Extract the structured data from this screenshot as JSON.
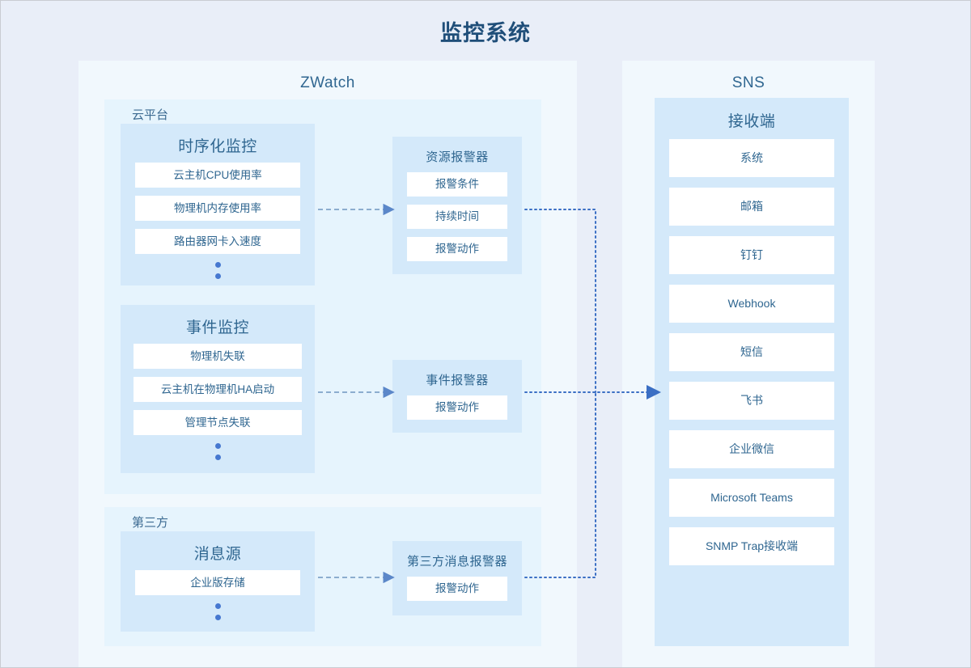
{
  "title": "监控系统",
  "colors": {
    "page_bg": "#e9eef8",
    "panel_bg": "#f1f8fd",
    "subpanel_bg": "#e6f4fd",
    "group_bg": "#d4e9fa",
    "item_bg": "#ffffff",
    "text": "#2f6690",
    "title_text": "#1f4e79",
    "connector": "#5b87c9",
    "dot": "#4678d0"
  },
  "zwatch": {
    "heading": "ZWatch",
    "cloud_platform": {
      "label": "云平台",
      "metric_monitor": {
        "title": "时序化监控",
        "items": [
          "云主机CPU使用率",
          "物理机内存使用率",
          "路由器网卡入速度"
        ],
        "has_ellipsis": true
      },
      "event_monitor": {
        "title": "事件监控",
        "items": [
          "物理机失联",
          "云主机在物理机HA启动",
          "管理节点失联"
        ],
        "has_ellipsis": true
      },
      "resource_alerter": {
        "title": "资源报警器",
        "items": [
          "报警条件",
          "持续时间",
          "报警动作"
        ]
      },
      "event_alerter": {
        "title": "事件报警器",
        "items": [
          "报警动作"
        ]
      }
    },
    "third_party": {
      "label": "第三方",
      "message_source": {
        "title": "消息源",
        "items": [
          "企业版存储"
        ],
        "has_ellipsis": true
      },
      "message_alerter": {
        "title": "第三方消息报警器",
        "items": [
          "报警动作"
        ]
      }
    }
  },
  "sns": {
    "heading": "SNS",
    "receivers": {
      "title": "接收端",
      "items": [
        "系统",
        "邮箱",
        "钉钉",
        "Webhook",
        "短信",
        "飞书",
        "企业微信",
        "Microsoft Teams",
        "SNMP Trap接收端"
      ]
    }
  }
}
